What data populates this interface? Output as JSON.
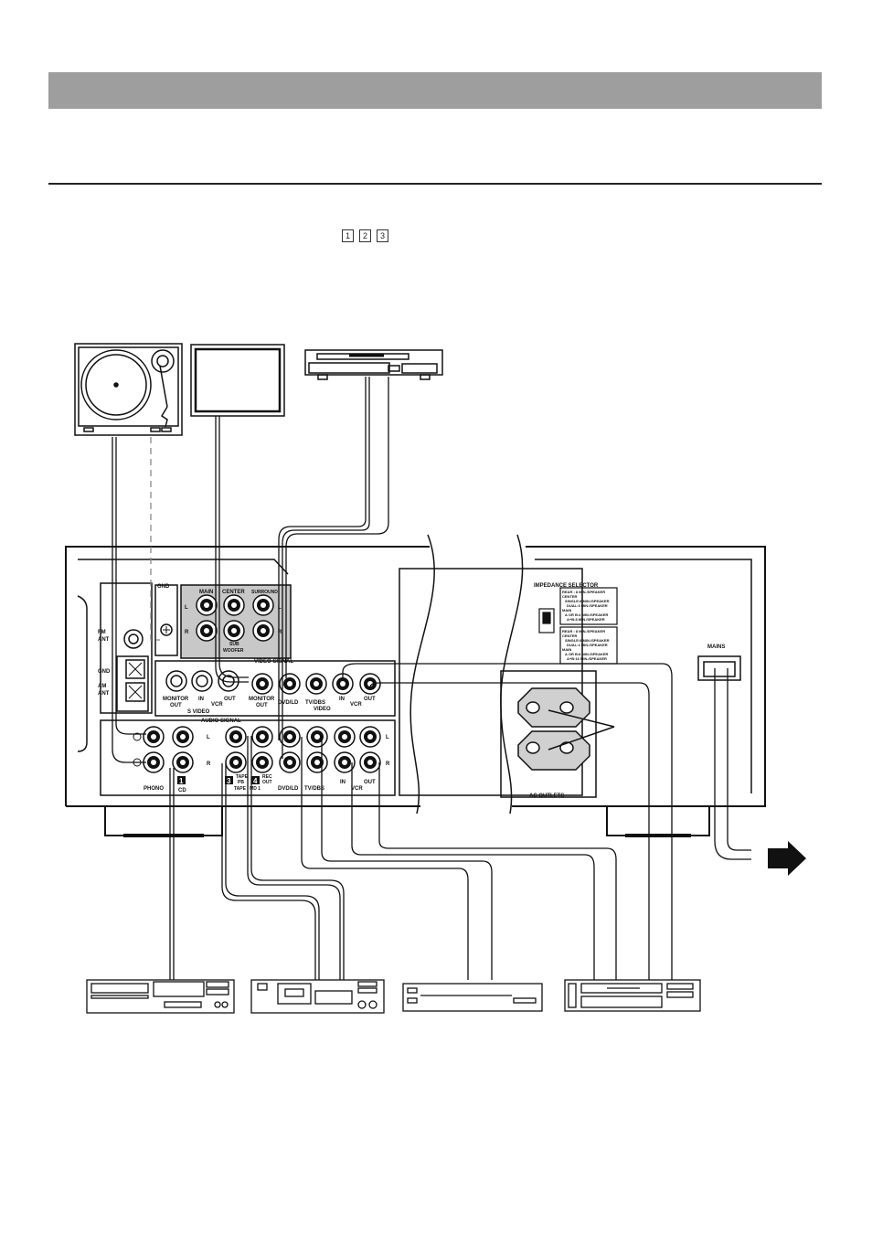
{
  "steps": [
    "1",
    "2",
    "3"
  ],
  "labels": {
    "gnd": "GND",
    "fm": "FM",
    "ant_fm": "ANT",
    "gnd_side": "GND",
    "am": "AM",
    "ant_am": "ANT",
    "main": "MAIN",
    "center": "CENTER",
    "surround": "SURROUND",
    "sub": "SUB",
    "woofer": "WOOFER",
    "l": "L",
    "r": "R",
    "video_signal": "VIDEO SIGNAL",
    "monitor_out_s1": "MONITOR",
    "monitor_out_s2": "OUT",
    "s_in": "IN",
    "s_vcr": "VCR",
    "s_out": "OUT",
    "s_video": "S VIDEO",
    "v_monitor": "MONITOR",
    "v_out": "OUT",
    "v_dvdld": "DVD/LD",
    "v_tvdbs": "TV/DBS",
    "v_video": "VIDEO",
    "v_in": "IN",
    "v_vcr": "VCR",
    "v_out2": "OUT",
    "audio_signal": "AUDIO SIGNAL",
    "phono": "PHONO",
    "num1": "1",
    "cd": "CD",
    "num3": "3",
    "tape_pb1": "TAPE",
    "tape_pb2": "PB",
    "num4": "4",
    "rec_out1": "REC",
    "rec_out2": "OUT",
    "tape_md": "TAPE / MD 1",
    "a_dvdld": "DVD/LD",
    "a_tvdbs": "TV/DBS",
    "a_in": "IN",
    "a_vcr": "VCR",
    "a_out": "OUT",
    "impedance_selector": "IMPEDANCE SELECTOR",
    "imp1_l1": "REAR : 8 MIN./SPEAKER",
    "imp1_l2": "CENTER",
    "imp1_l3": "SINGLE:8 MIN./SPEAKER",
    "imp1_l4": "DUAL:3 MIN./SPEAKER",
    "imp1_l5": "MAIN",
    "imp1_l6": "A OR B:4 MIN./SPEAKER",
    "imp1_l7": "A+B:8 MIN./SPEAKER",
    "imp2_l1": "REAR : 8 MIN./SPEAKER",
    "imp2_l2": "CENTER",
    "imp2_l3": "SINGLE:8 MIN./SPEAKER",
    "imp2_l4": "DUAL:4 MIN./SPEAKER",
    "imp2_l5": "MAIN",
    "imp2_l6": "A OR B:8 MIN./SPEAKER",
    "imp2_l7": "A+B:16 MIN./SPEAKER",
    "mains": "MAINS",
    "ac_outlets": "AC OUTLETS"
  }
}
